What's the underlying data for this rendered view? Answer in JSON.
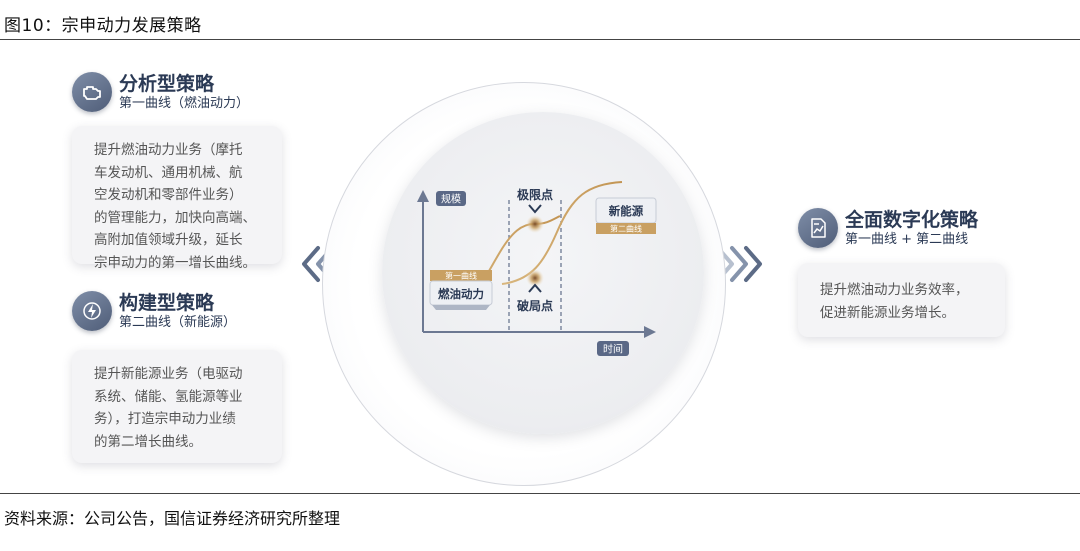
{
  "figure_title": "图10：宗申动力发展策略",
  "source": "资料来源：公司公告，国信证券经济研究所整理",
  "left_strategies": [
    {
      "title": "分析型策略",
      "subtitle": "第一曲线（燃油动力）",
      "icon": "engine-icon",
      "lines": [
        "提升燃油动力业务（摩托",
        "车发动机、通用机械、航",
        "空发动机和零部件业务）",
        "的管理能力，加快向高端、",
        "高附加值领域升级，延长",
        "宗申动力的第一增长曲线。"
      ]
    },
    {
      "title": "构建型策略",
      "subtitle": "第二曲线（新能源）",
      "icon": "lightning-icon",
      "lines": [
        "提升新能源业务（电驱动",
        "系统、储能、氢能源等业",
        "务），打造宗申动力业绩",
        "的第二增长曲线。"
      ]
    }
  ],
  "right_strategy": {
    "title": "全面数字化策略",
    "subtitle": "第一曲线 + 第二曲线",
    "icon": "digital-chart-icon",
    "lines": [
      "提升燃油动力业务效率，",
      "促进新能源业务增长。"
    ]
  },
  "diagram": {
    "y_axis_label": "规模",
    "x_axis_label": "时间",
    "limit_point_label": "极限点",
    "break_point_label": "破局点",
    "curve1_tag": "第一曲线",
    "curve1_name": "燃油动力",
    "curve2_name": "新能源",
    "curve2_tag": "第二曲线"
  },
  "colors": {
    "navy": "#2b3a55",
    "gold": "#c9a062",
    "card_bg": "#f4f4f6",
    "axis": "#6c7892"
  }
}
